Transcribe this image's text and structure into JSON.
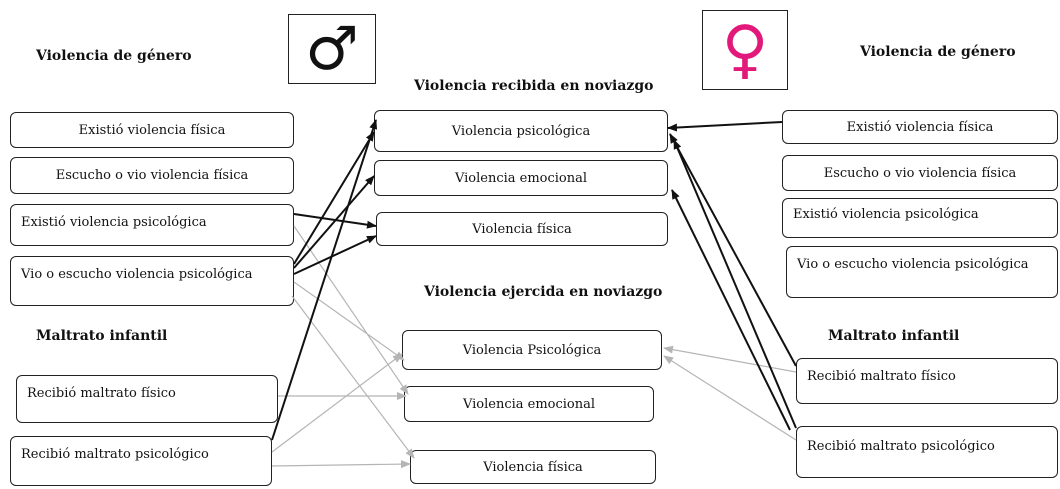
{
  "symbols": {
    "male": "♂",
    "female": "♀",
    "female_color": "#e2197a"
  },
  "headings": {
    "left_gender": "Violencia de género",
    "right_gender": "Violencia de género",
    "received": "Violencia recibida en noviazgo",
    "exerted": "Violencia ejercida en noviazgo",
    "left_abuse": "Maltrato infantil",
    "right_abuse": "Maltrato infantil"
  },
  "left_gender_items": [
    "Existió violencia física",
    "Escucho o vio violencia  física",
    "Existió violencia psicológica",
    "Vio o escucho violencia psicológica"
  ],
  "left_abuse_items": [
    "Recibió maltrato  físico",
    "Recibió maltrato psicológico"
  ],
  "received_items": [
    "Violencia psicológica",
    "Violencia emocional",
    "Violencia física"
  ],
  "exerted_items": [
    "Violencia Psicológica",
    "Violencia emocional",
    "Violencia física"
  ],
  "right_gender_items": [
    "Existió violencia física",
    "Escucho o vio violencia  física",
    "Existió violencia psicológica",
    "Vio o escucho violencia psicológica"
  ],
  "right_abuse_items": [
    "Recibió maltrato físico",
    "Recibió maltrato  psicológico"
  ],
  "colors": {
    "strong_arrow": "#111111",
    "weak_arrow": "#b5b5b5"
  }
}
